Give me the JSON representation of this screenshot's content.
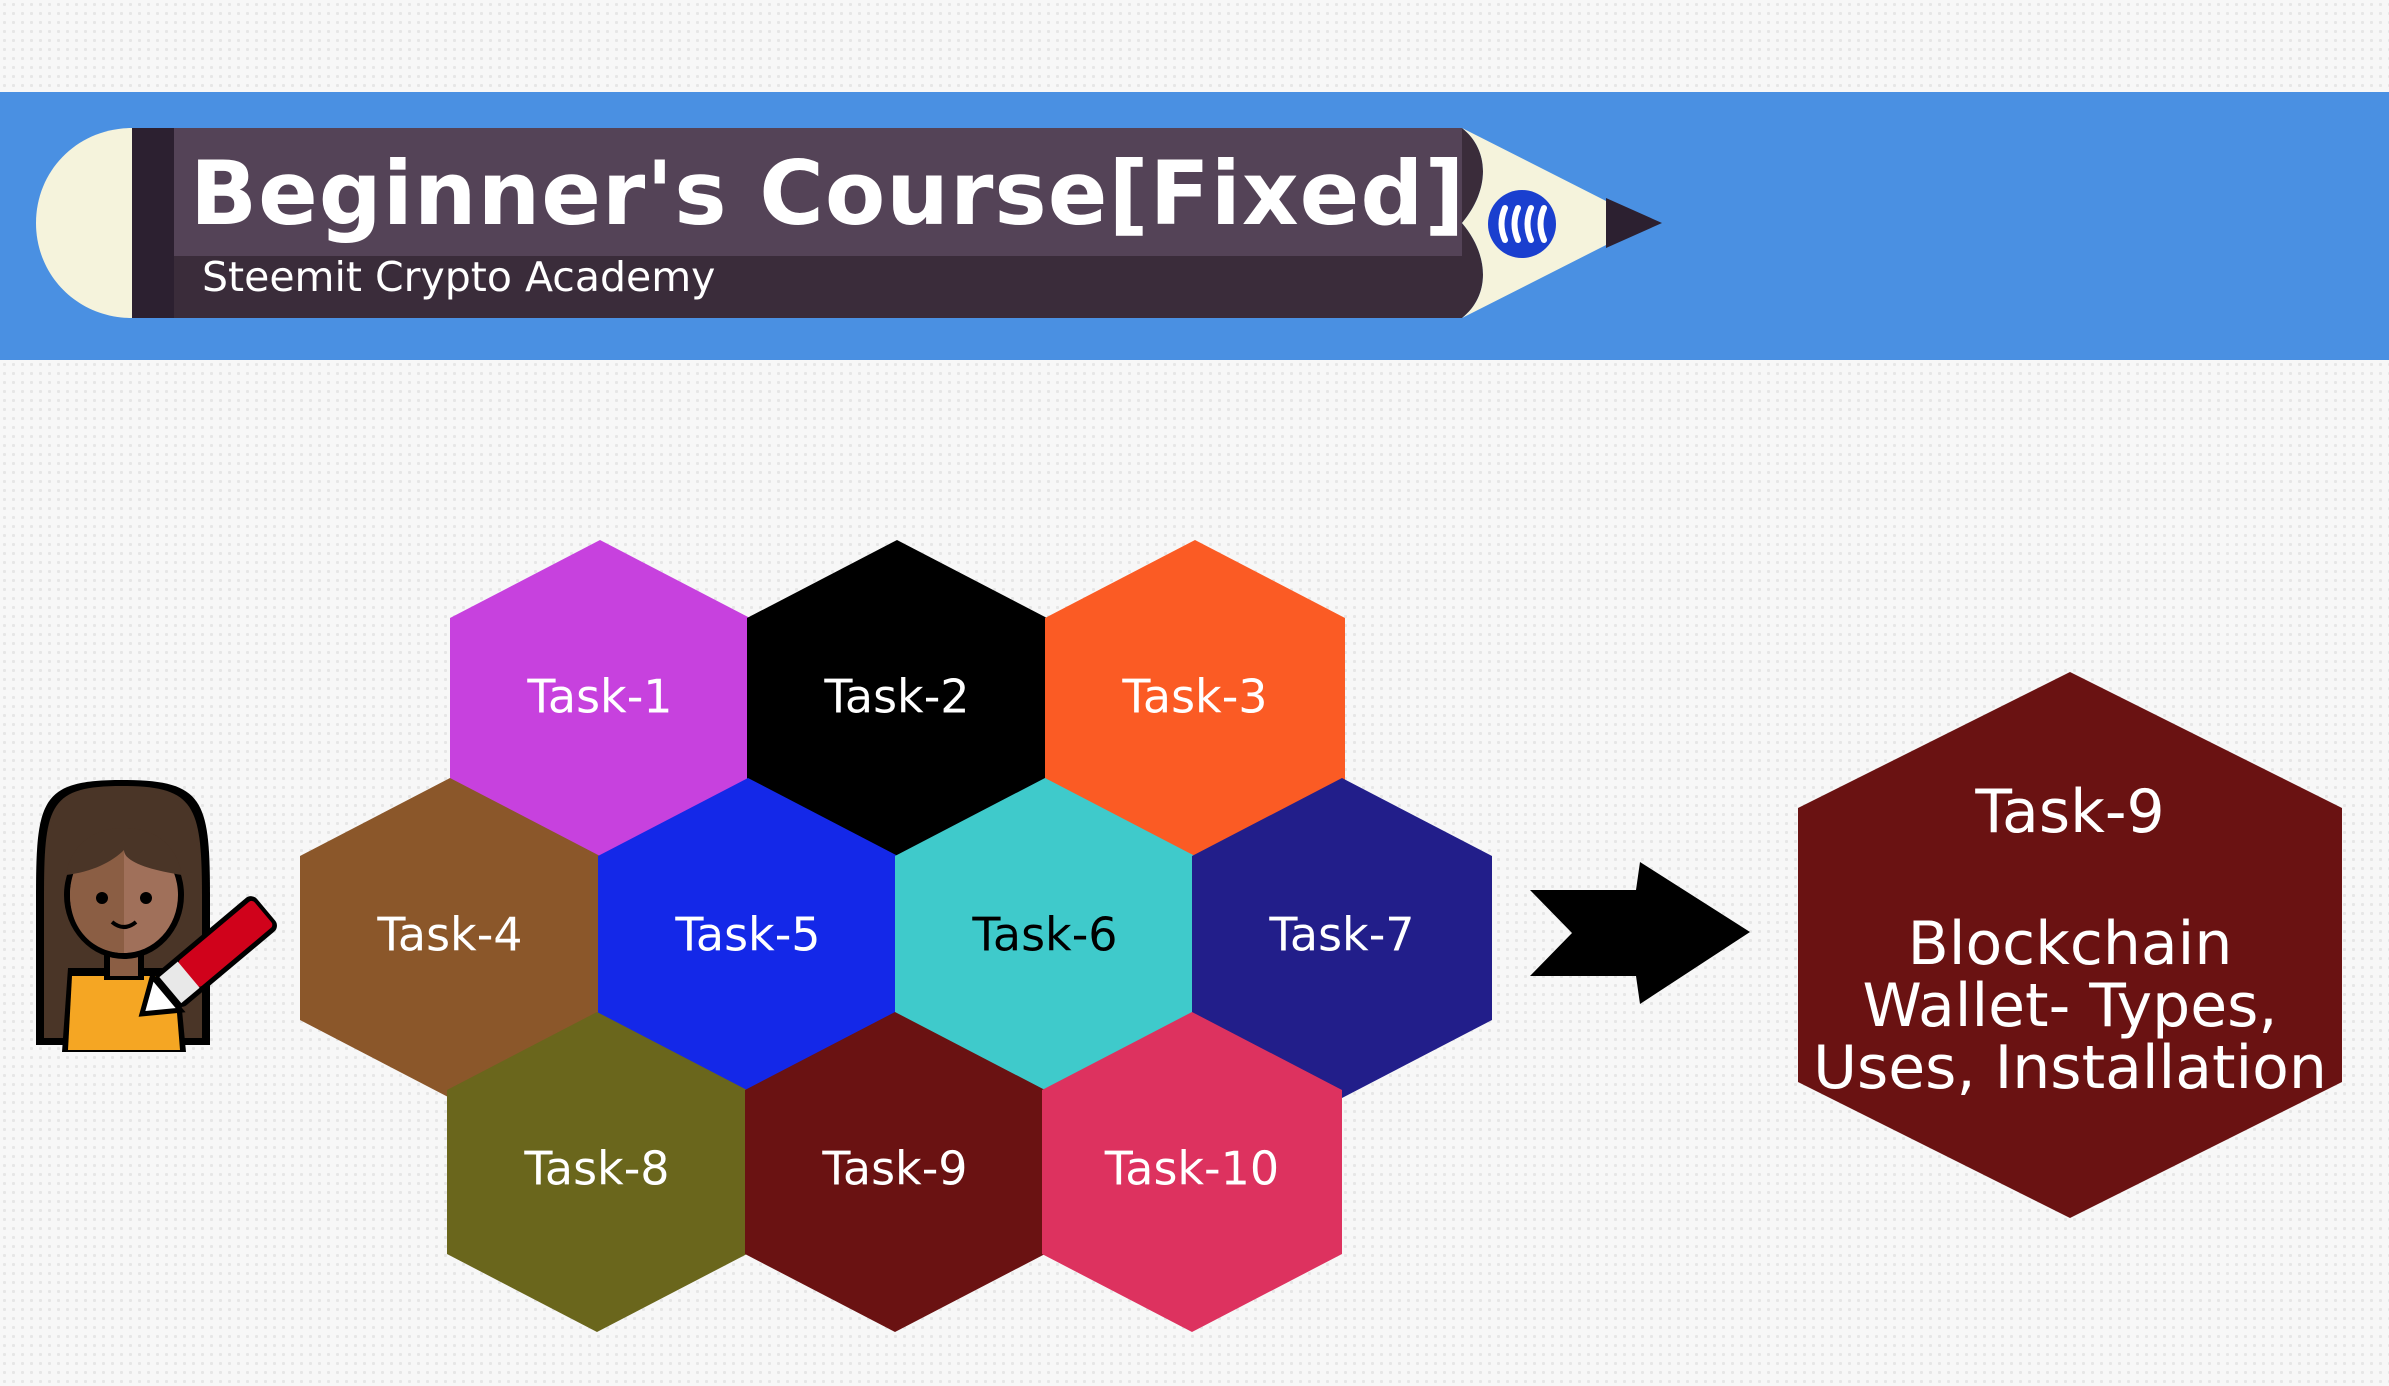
{
  "header": {
    "title": "Beginner's Course[Fixed]",
    "subtitle": "Steemit Crypto Academy",
    "icon": "steem-logo-icon"
  },
  "colors": {
    "banner": "#4a90e2",
    "pencil_body": "#3a2c3a",
    "pencil_eraser": "#f5f3dc",
    "pencil_tip": "#f5f3dc",
    "pencil_lead": "#2c2030",
    "steem_badge": "#1a3fcf"
  },
  "tasks": [
    {
      "label": "Task-1",
      "color": "#c741de",
      "text_color": "#ffffff"
    },
    {
      "label": "Task-2",
      "color": "#000000",
      "text_color": "#ffffff"
    },
    {
      "label": "Task-3",
      "color": "#fb5b24",
      "text_color": "#ffffff"
    },
    {
      "label": "Task-4",
      "color": "#8b572a",
      "text_color": "#ffffff"
    },
    {
      "label": "Task-5",
      "color": "#1428e8",
      "text_color": "#ffffff"
    },
    {
      "label": "Task-6",
      "color": "#3fcacb",
      "text_color": "#000000"
    },
    {
      "label": "Task-7",
      "color": "#221e8a",
      "text_color": "#ffffff"
    },
    {
      "label": "Task-8",
      "color": "#6a661c",
      "text_color": "#ffffff"
    },
    {
      "label": "Task-9",
      "color": "#6a1212",
      "text_color": "#ffffff"
    },
    {
      "label": "Task-10",
      "color": "#dd325f",
      "text_color": "#ffffff"
    }
  ],
  "detail": {
    "color": "#6a1212",
    "lines": [
      "Task-9",
      "",
      "Blockchain",
      "Wallet- Types,",
      "Uses, Installation"
    ]
  }
}
